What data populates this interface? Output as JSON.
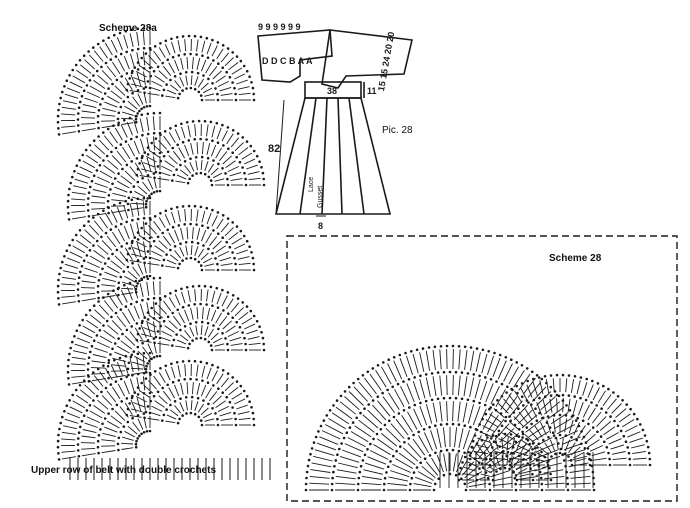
{
  "labels": {
    "scheme_a": "Scheme 28a",
    "scheme_b": "Scheme 28",
    "picture": "Pic. 28",
    "caption": "Upper row of belt with double crochets"
  },
  "dress": {
    "top_numbers": [
      "9",
      "9",
      "9",
      "9",
      "9",
      "9"
    ],
    "piece_letters_left": [
      "D",
      "D",
      "C",
      "B",
      "A",
      "A"
    ],
    "sleeve_numbers": [
      "15",
      "15",
      "24",
      "20",
      "20"
    ],
    "belt_width": "38",
    "belt_height": "11",
    "length": "82",
    "bottom_mark": "8",
    "panel_text_1": "Lace",
    "panel_text_2": "Gusset"
  },
  "colors": {
    "ink": "#1a1a1a",
    "paper": "#ffffff"
  }
}
